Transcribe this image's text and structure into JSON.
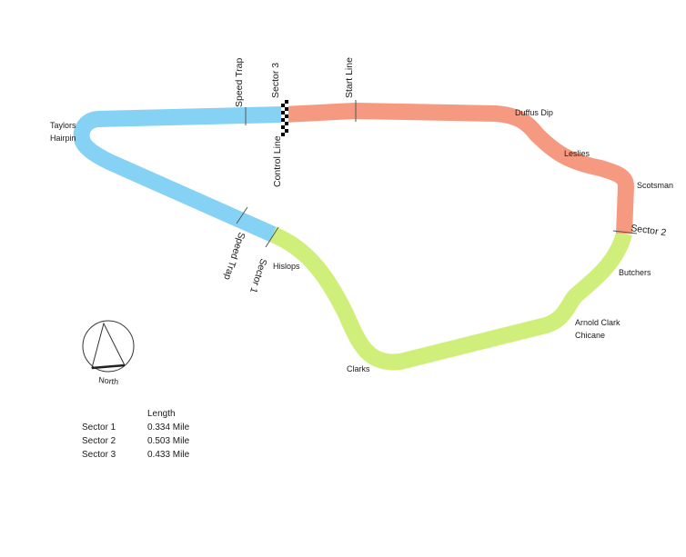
{
  "track": {
    "sector_colors": {
      "sector1": "#cfee7a",
      "sector2": "#f59a80",
      "sector3": "#86d2f5"
    },
    "markers": {
      "speed_trap_top": "Speed Trap",
      "sector3": "Sector 3",
      "start_line": "Start Line",
      "control_line": "Control Line",
      "sector2": "Sector 2",
      "speed_trap_bottom": "Speed Trap",
      "sector1": "Sector 1"
    },
    "corners": {
      "taylors_line1": "Taylors",
      "taylors_line2": "Hairpin",
      "duffus_dip": "Duffus Dip",
      "leslies": "Leslies",
      "scotsman": "Scotsman",
      "butchers": "Butchers",
      "arnold_line1": "Arnold Clark",
      "arnold_line2": "Chicane",
      "clarks": "Clarks",
      "hislops": "Hislops"
    }
  },
  "compass": {
    "label": "North"
  },
  "lengths_table": {
    "header": "Length",
    "rows": [
      {
        "sector": "Sector 1",
        "length": "0.334 Mile"
      },
      {
        "sector": "Sector 2",
        "length": "0.503 Mile"
      },
      {
        "sector": "Sector 3",
        "length": "0.433 Mile"
      }
    ]
  }
}
